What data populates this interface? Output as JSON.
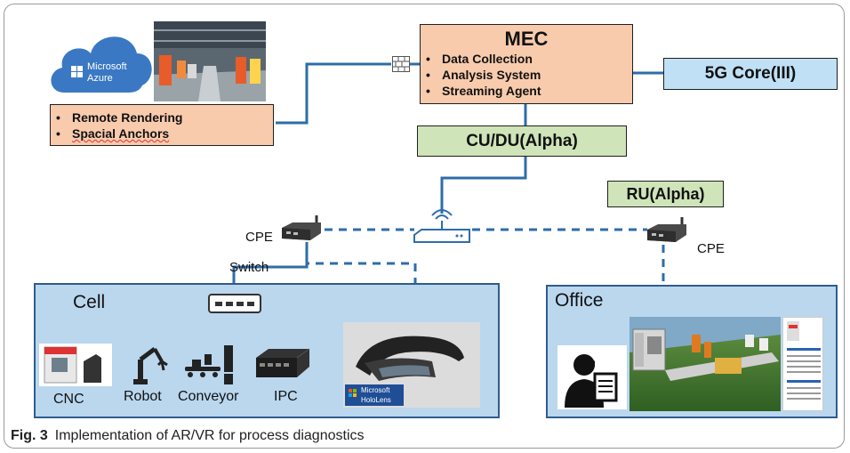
{
  "mec": {
    "title": "MEC",
    "items": [
      "Data Collection",
      "Analysis System",
      "Streaming Agent"
    ]
  },
  "core": {
    "label": "5G Core(III)"
  },
  "cudu": {
    "label": "CU/DU(Alpha)"
  },
  "ru": {
    "label": "RU(Alpha)"
  },
  "azure": {
    "logo_line1": "Microsoft",
    "logo_line2": "Azure",
    "items": [
      "Remote Rendering",
      "Spacial Anchors"
    ]
  },
  "labels": {
    "cpe_left": "CPE",
    "cpe_right": "CPE",
    "switch": "Switch"
  },
  "cell": {
    "title": "Cell",
    "devices": [
      "CNC",
      "Robot",
      "Conveyor",
      "IPC"
    ],
    "hololens_line1": "Microsoft",
    "hololens_line2": "HoloLens"
  },
  "office": {
    "title": "Office"
  },
  "caption": {
    "label": "Fig. 3",
    "text": "Implementation of AR/VR for process diagnostics"
  },
  "colors": {
    "line": "#2e6da8",
    "orange_box": "#f9cbad",
    "green_box": "#cfe4b8",
    "blue_box": "#bfe0f5",
    "cell_bg": "#bad7ee",
    "cell_border": "#2f5c8c"
  }
}
